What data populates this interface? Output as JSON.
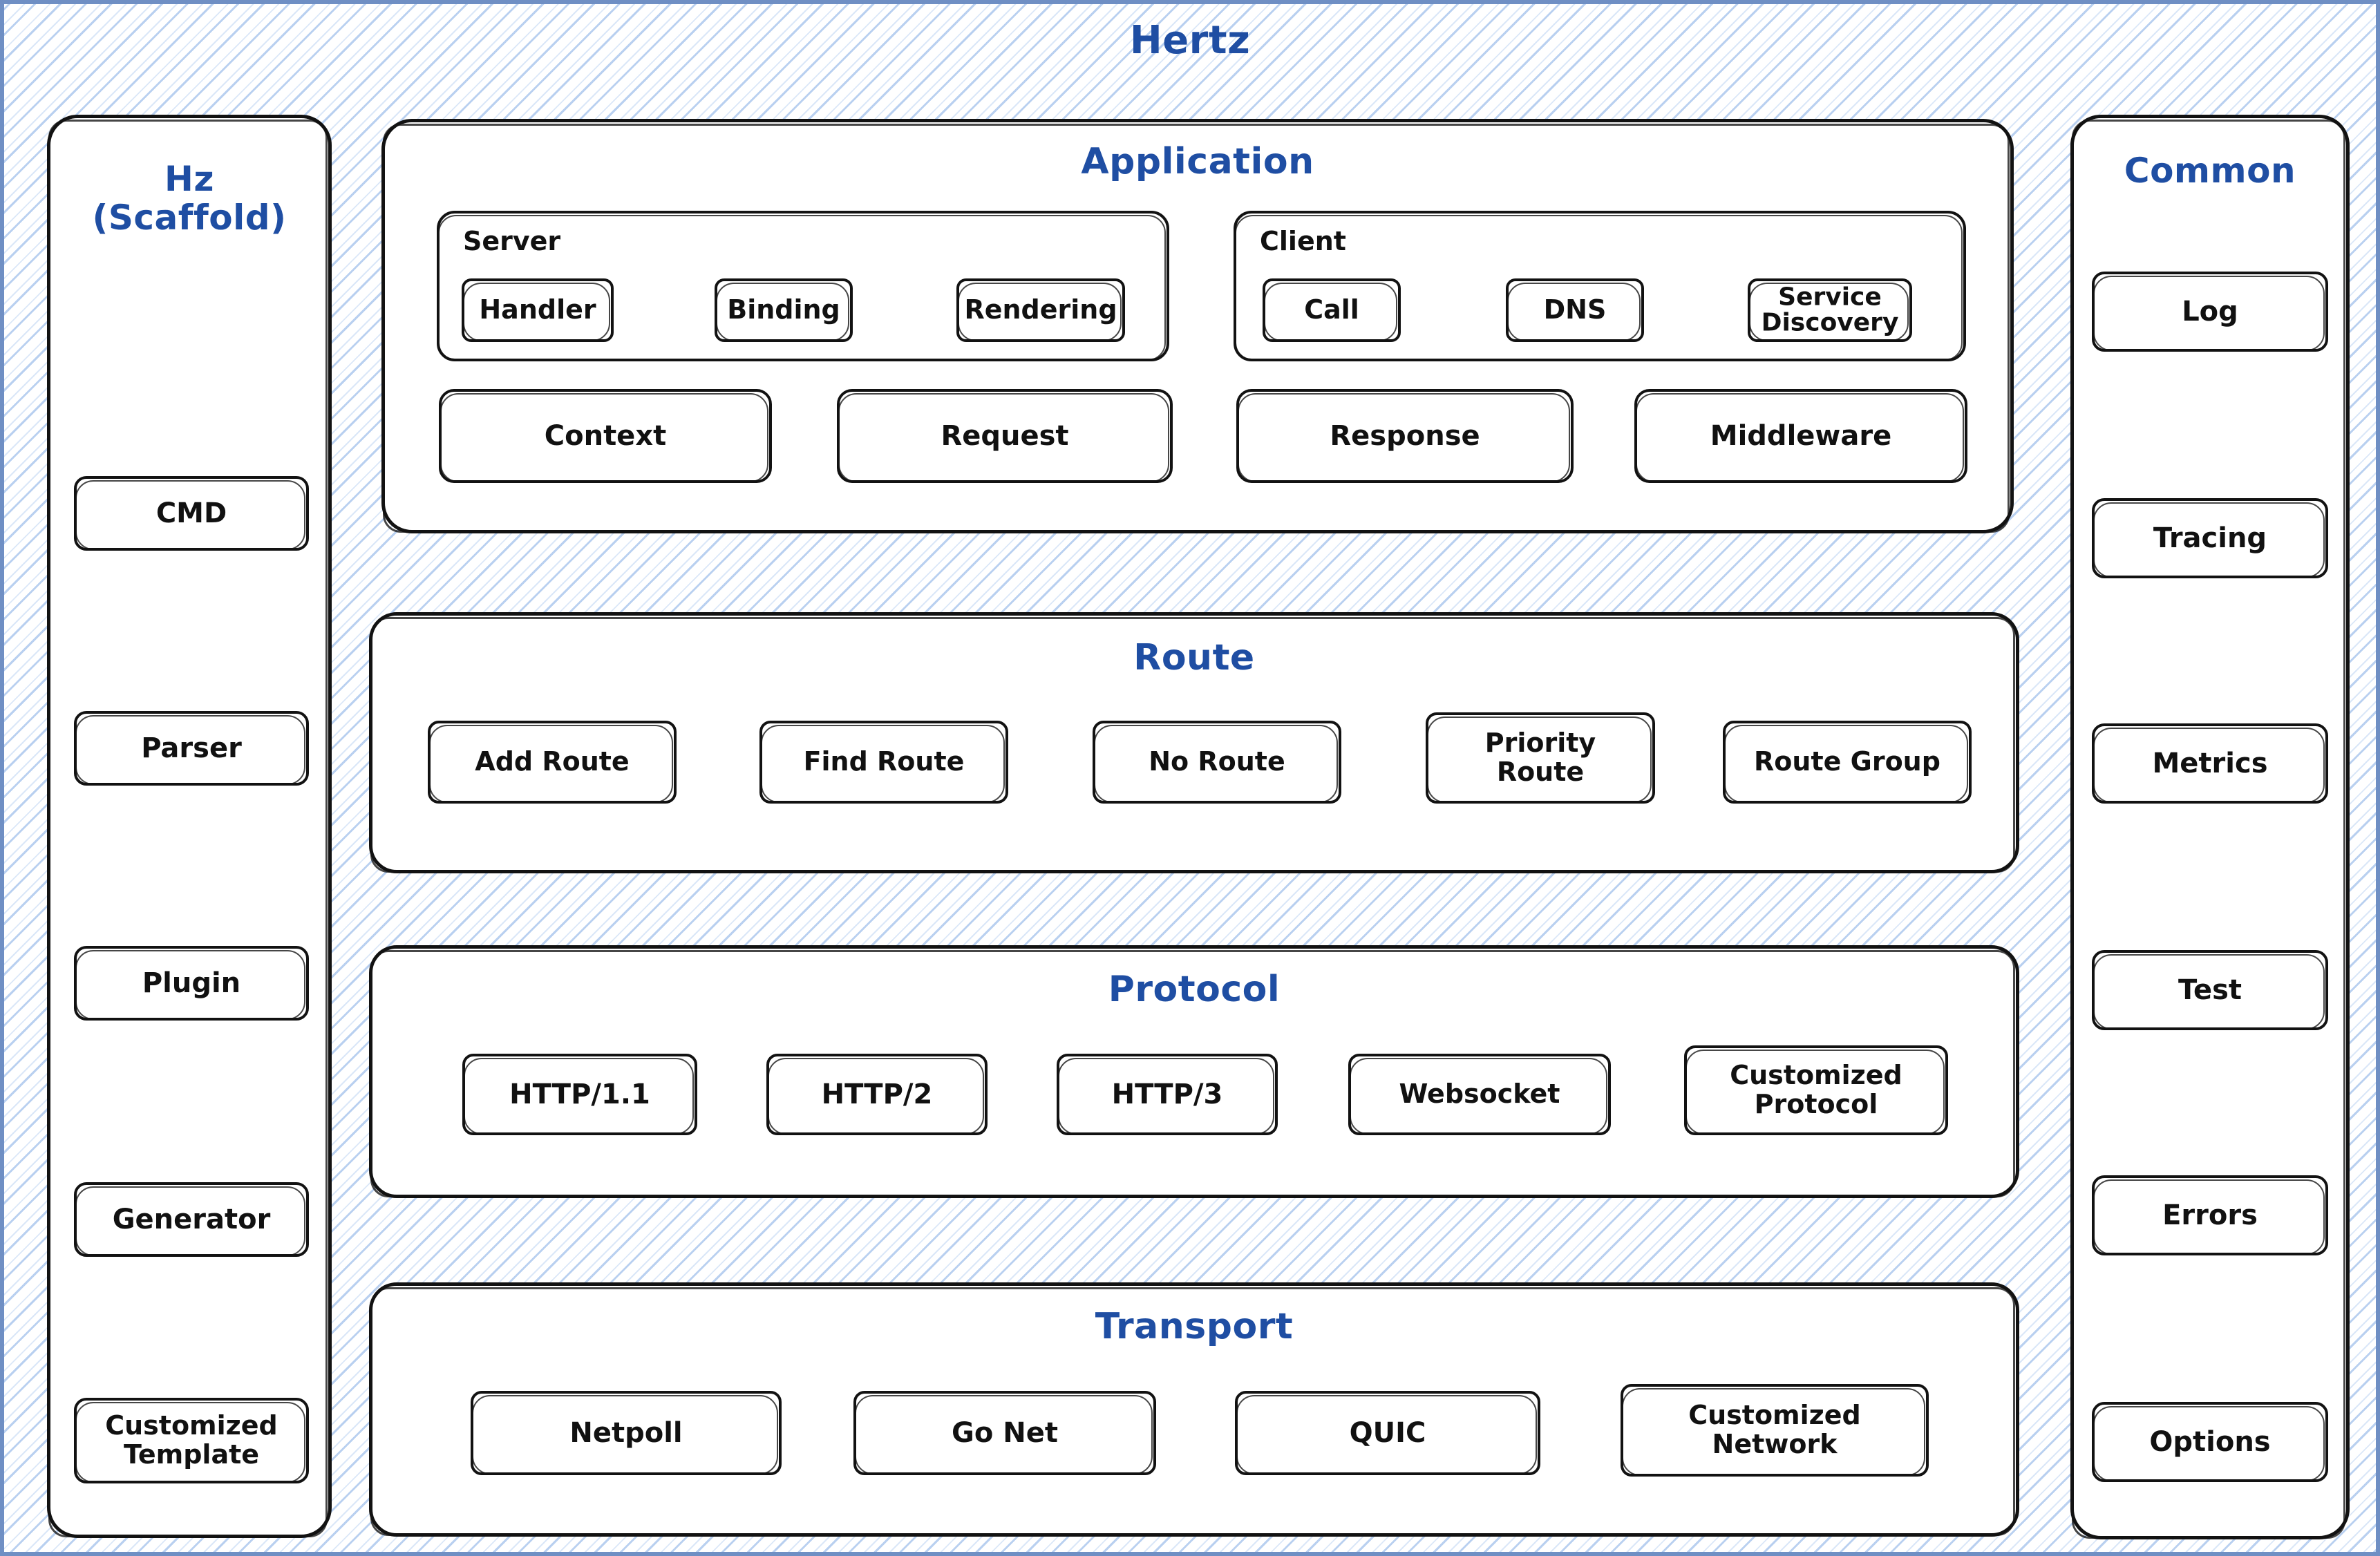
{
  "diagram": {
    "title": "Hertz",
    "accent_color": "#1f4ea3",
    "border_color": "#6f8fc4",
    "hatch_color": "#b5cdef",
    "box_border_color": "#121212",
    "box_fill_color": "#ffffff"
  },
  "scaffold": {
    "title": "Hz\n(Scaffold)",
    "items": [
      {
        "label": "CMD"
      },
      {
        "label": "Parser"
      },
      {
        "label": "Plugin"
      },
      {
        "label": "Generator"
      },
      {
        "label": "Customized\nTemplate"
      }
    ]
  },
  "application": {
    "title": "Application",
    "server": {
      "caption": "Server",
      "items": [
        {
          "label": "Handler"
        },
        {
          "label": "Binding"
        },
        {
          "label": "Rendering"
        }
      ]
    },
    "client": {
      "caption": "Client",
      "items": [
        {
          "label": "Call"
        },
        {
          "label": "DNS"
        },
        {
          "label": "Service\nDiscovery"
        }
      ]
    },
    "bottom_items": [
      {
        "label": "Context"
      },
      {
        "label": "Request"
      },
      {
        "label": "Response"
      },
      {
        "label": "Middleware"
      }
    ]
  },
  "route": {
    "title": "Route",
    "items": [
      {
        "label": "Add Route"
      },
      {
        "label": "Find Route"
      },
      {
        "label": "No Route"
      },
      {
        "label": "Priority\nRoute"
      },
      {
        "label": "Route Group"
      }
    ]
  },
  "protocol": {
    "title": "Protocol",
    "items": [
      {
        "label": "HTTP/1.1"
      },
      {
        "label": "HTTP/2"
      },
      {
        "label": "HTTP/3"
      },
      {
        "label": "Websocket"
      },
      {
        "label": "Customized\nProtocol"
      }
    ]
  },
  "transport": {
    "title": "Transport",
    "items": [
      {
        "label": "Netpoll"
      },
      {
        "label": "Go Net"
      },
      {
        "label": "QUIC"
      },
      {
        "label": "Customized\nNetwork"
      }
    ]
  },
  "common": {
    "title": "Common",
    "items": [
      {
        "label": "Log"
      },
      {
        "label": "Tracing"
      },
      {
        "label": "Metrics"
      },
      {
        "label": "Test"
      },
      {
        "label": "Errors"
      },
      {
        "label": "Options"
      }
    ]
  }
}
